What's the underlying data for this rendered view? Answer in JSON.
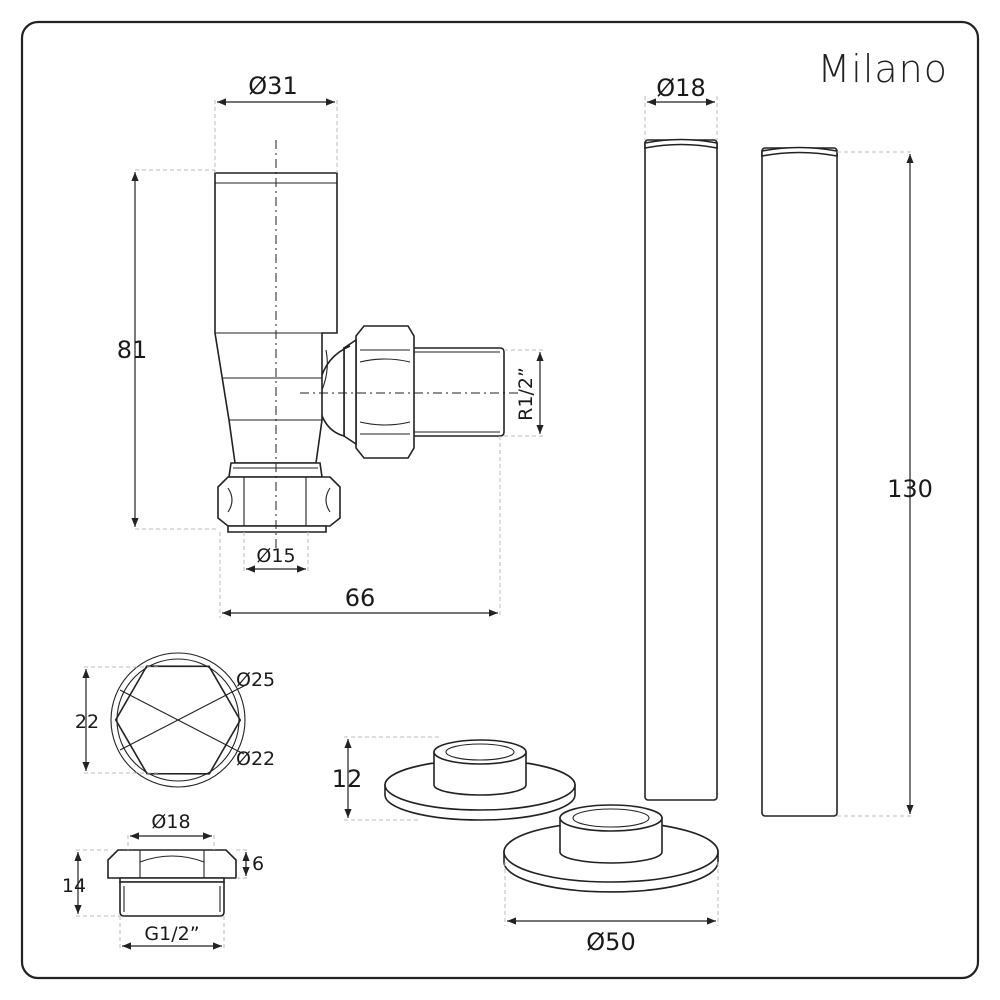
{
  "brand": "Milano",
  "colors": {
    "line": "#222222",
    "extension": "#bdbdbd",
    "background": "#ffffff"
  },
  "valve": {
    "dims": {
      "body_diameter": "Ø31",
      "height": "81",
      "pipe_diameter": "Ø15",
      "length": "66",
      "thread": "R1/2”"
    }
  },
  "nut_top_view": {
    "dims": {
      "across_flats": "22",
      "outer_diameter": "Ø25",
      "inner_diameter": "Ø22"
    }
  },
  "adapter": {
    "dims": {
      "diameter": "Ø18",
      "cap_height": "6",
      "total_height": "14",
      "thread": "G1/2”"
    }
  },
  "extension_pipes": {
    "dims": {
      "diameter": "Ø18",
      "length": "130"
    }
  },
  "rosettes": {
    "dims": {
      "height": "12",
      "diameter": "Ø50"
    }
  }
}
